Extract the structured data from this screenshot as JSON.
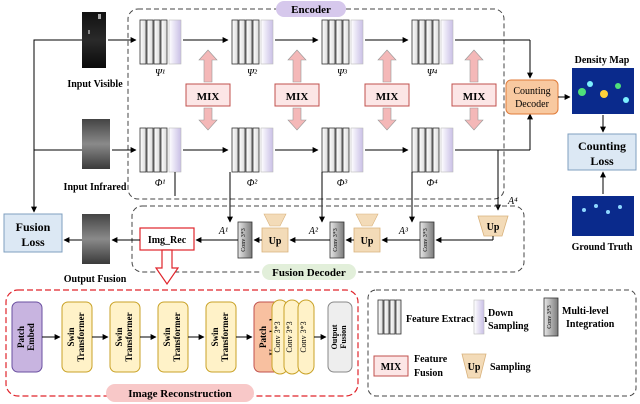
{
  "colors": {
    "mix_fill": "#fce6e6",
    "mix_stroke": "#c0504d",
    "decoder_fill": "#f8c9a0",
    "decoder_stroke": "#e07b39",
    "upsample_fill": "#f3dbb8",
    "encoder_label_bg": "#d6c8ec",
    "fusion_decoder_label_bg": "#e2efda",
    "image_recon_label_bg": "#f8c8c8",
    "recon_border": "#e0242b",
    "patch_embed_fill": "#c8b4e0",
    "swin_fill": "#fff2c8",
    "swin_stroke": "#c9a227",
    "patch_unembed_fill": "#f8c0a0",
    "output_fusion_fill": "#eeeeee",
    "density_map_bg": "#0a2a8c",
    "arrow_pink": "#f4b8b8"
  },
  "encoder": {
    "title": "Encoder",
    "visible_stages": [
      "Ψ¹",
      "Ψ²",
      "Ψ³",
      "Ψ⁴"
    ],
    "infrared_stages": [
      "Φ¹",
      "Φ²",
      "Φ³",
      "Φ⁴"
    ],
    "mix_label": "MIX"
  },
  "inputs": {
    "visible": "Input Visible",
    "infrared": "Input Infrared"
  },
  "counting": {
    "decoder_line1": "Counting",
    "decoder_line2": "Decoder",
    "density_map": "Density Map",
    "loss_line1": "Counting",
    "loss_line2": "Loss",
    "ground_truth": "Ground Truth"
  },
  "fusion_decoder": {
    "title": "Fusion Decoder",
    "img_rec": "Img_Rec",
    "up_label": "Up",
    "conv_label": "Conv 3*3",
    "a_labels": [
      "A¹",
      "A²",
      "A³",
      "A⁴"
    ]
  },
  "fusion": {
    "loss_line1": "Fusion",
    "loss_line2": "Loss",
    "output": "Output Fusion"
  },
  "reconstruction": {
    "title": "Image Reconstruction",
    "blocks": [
      {
        "l1": "Patch",
        "l2": "Embed"
      },
      {
        "l1": "Swin",
        "l2": "Transformer"
      },
      {
        "l1": "Swin",
        "l2": "Transformer"
      },
      {
        "l1": "Swin",
        "l2": "Transformer"
      },
      {
        "l1": "Swin",
        "l2": "Transformer"
      },
      {
        "l1": "Patch",
        "l2": "Unembed"
      }
    ],
    "conv_label": "Conv 3*3",
    "output": {
      "l1": "Output",
      "l2": "Fusion"
    }
  },
  "legend": {
    "feature_extraction": "Feature Extraction",
    "down_sampling_1": "Down",
    "down_sampling_2": "Sampling",
    "multi_level_1": "Multi-level",
    "multi_level_2": "Integration",
    "mix_label": "MIX",
    "feature_fusion_1": "Feature",
    "feature_fusion_2": "Fusion",
    "up_label": "Up",
    "up_sampling": "Sampling",
    "conv_label": "Conv 3*3"
  }
}
